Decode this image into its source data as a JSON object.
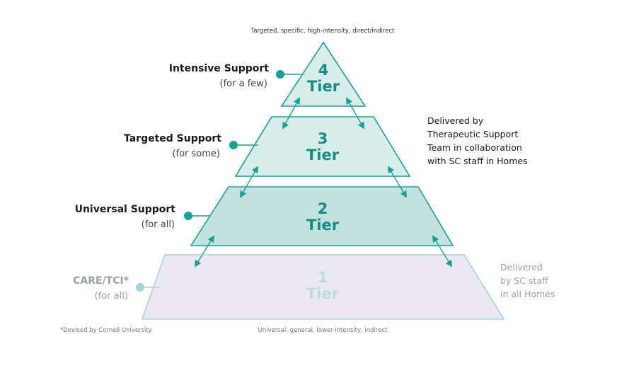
{
  "top_caption": "Targeted, specific, high-intensity, direct/indirect",
  "bottom_caption": "Universal, general, lower-intensity, indirect",
  "footnote": "*Devised by Cornell University",
  "colors": {
    "teal": "#14a39a",
    "teal_dark": "#0f8f86",
    "teal_fill_light": "#d9eeeb",
    "teal_fill_mid": "#c3e2de",
    "lavender_fill": "#ece8f3",
    "lavender_stroke": "#9fd6d8",
    "grey_text": "#9aa0a4",
    "dark_text": "#1a1a1a"
  },
  "tiers": [
    {
      "number": "4",
      "word": "Tier",
      "label": "Intensive Support",
      "sublabel": "(for a few)"
    },
    {
      "number": "3",
      "word": "Tier",
      "label": "Targeted Support",
      "sublabel": "(for some)"
    },
    {
      "number": "2",
      "word": "Tier",
      "label": "Universal Support",
      "sublabel": "(for all)"
    },
    {
      "number": "1",
      "word": "Tier",
      "label": "CARE/TCI*",
      "sublabel": "(for all)"
    }
  ],
  "right_notes": {
    "therapeutic": [
      "Delivered by",
      "Therapeutic Support",
      "Team in collaboration",
      "with SC staff in Homes"
    ],
    "sc_staff": [
      "Delivered",
      "by SC staff",
      "in all Homes"
    ]
  }
}
